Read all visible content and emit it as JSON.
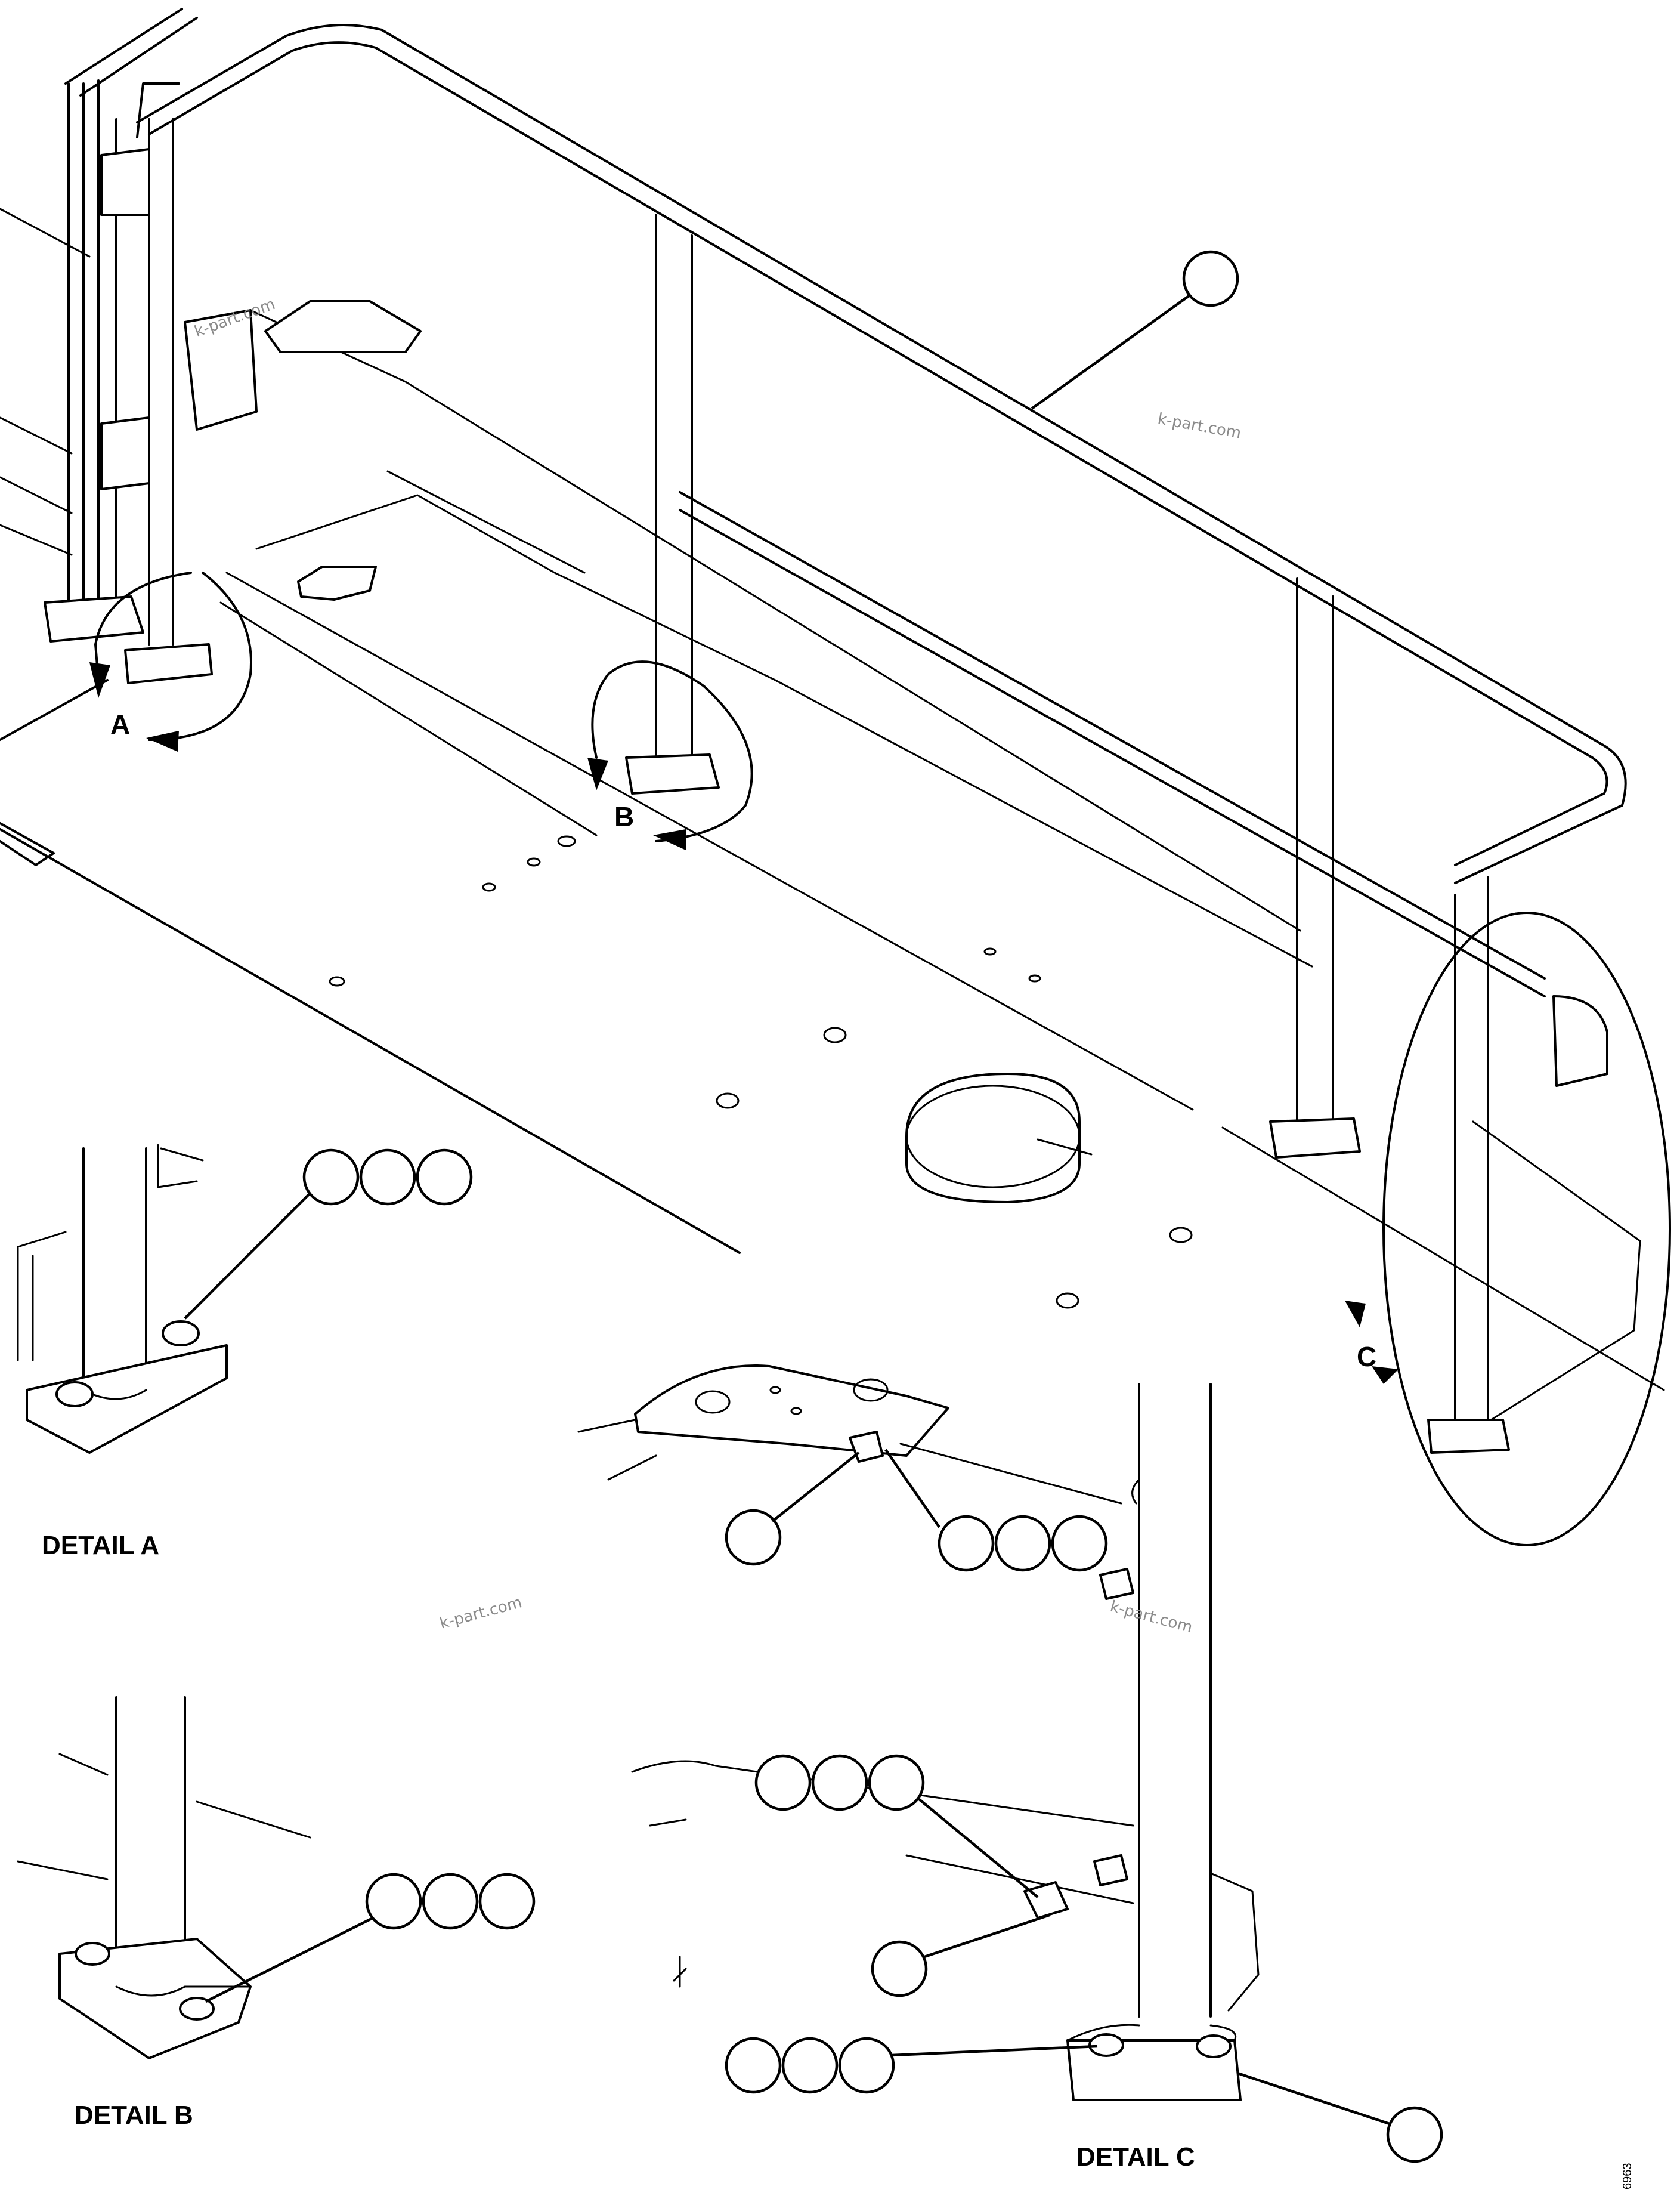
{
  "drawing": {
    "detail_labels": {
      "a": "DETAIL A",
      "b": "DETAIL B",
      "c": "DETAIL C"
    },
    "view_letters": {
      "a": "A",
      "b": "B",
      "c": "C"
    },
    "watermark": "k-part.com",
    "drawing_code": "6963"
  }
}
